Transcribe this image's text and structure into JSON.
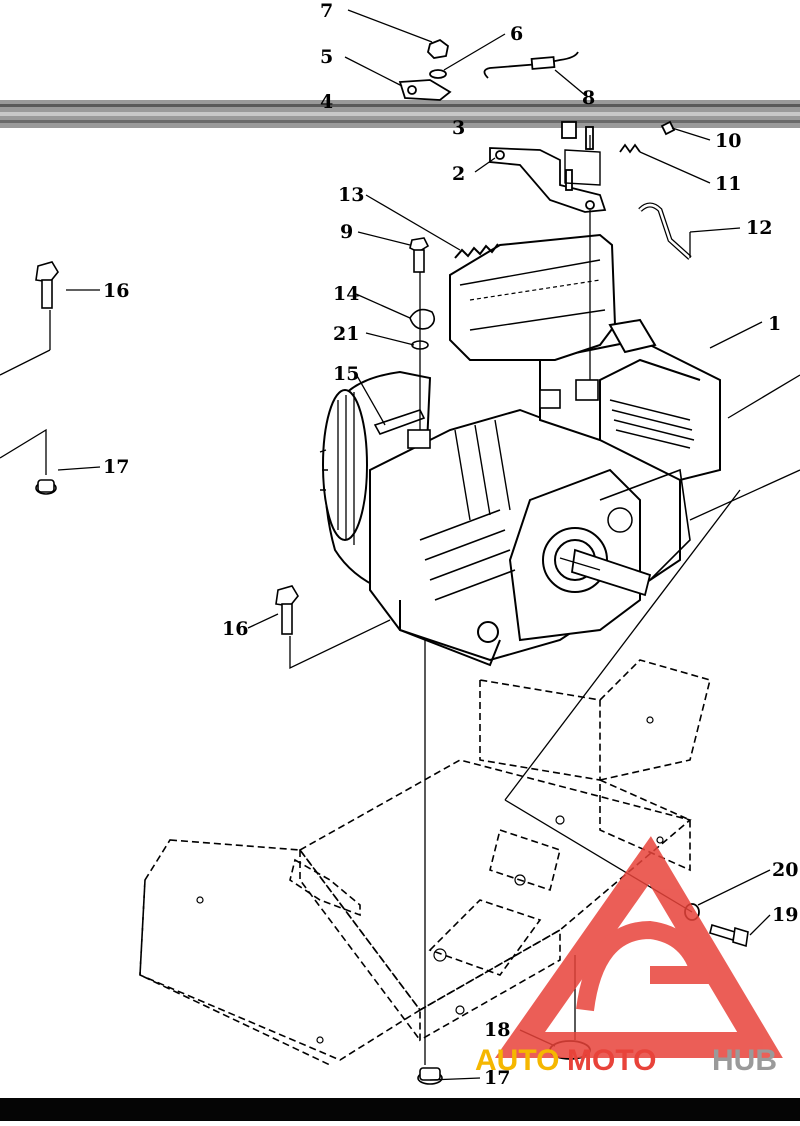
{
  "callouts": [
    {
      "id": "c1",
      "label": "1"
    },
    {
      "id": "c2",
      "label": "2"
    },
    {
      "id": "c3",
      "label": "3"
    },
    {
      "id": "c4",
      "label": "4"
    },
    {
      "id": "c5",
      "label": "5"
    },
    {
      "id": "c6",
      "label": "6"
    },
    {
      "id": "c7",
      "label": "7"
    },
    {
      "id": "c8",
      "label": "8"
    },
    {
      "id": "c9",
      "label": "9"
    },
    {
      "id": "c10",
      "label": "10"
    },
    {
      "id": "c11",
      "label": "11"
    },
    {
      "id": "c12",
      "label": "12"
    },
    {
      "id": "c13",
      "label": "13"
    },
    {
      "id": "c14",
      "label": "14"
    },
    {
      "id": "c15",
      "label": "15"
    },
    {
      "id": "c16a",
      "label": "16"
    },
    {
      "id": "c16b",
      "label": "16"
    },
    {
      "id": "c17a",
      "label": "17"
    },
    {
      "id": "c17b",
      "label": "17"
    },
    {
      "id": "c18",
      "label": "18"
    },
    {
      "id": "c19",
      "label": "19"
    },
    {
      "id": "c20",
      "label": "20"
    },
    {
      "id": "c21",
      "label": "21"
    }
  ],
  "watermark": {
    "part_a": "AUTO",
    "part_b": "MOTO",
    "part_c": "HUB",
    "colors": {
      "a": "#f5b700",
      "b": "#e8433a",
      "c": "#9a9a9a"
    }
  },
  "colors": {
    "ink": "#000000",
    "background": "#ffffff",
    "footer_bar": "#050505",
    "logo_red": "#e8433a"
  }
}
